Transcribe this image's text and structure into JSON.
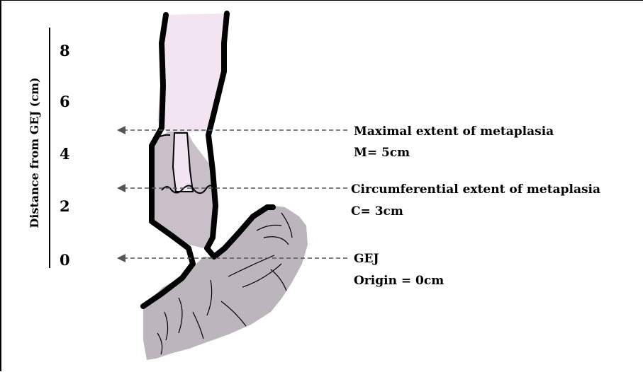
{
  "diagram": {
    "axis": {
      "title": "Distance from GEJ (cm)",
      "ticks": [
        "8",
        "6",
        "4",
        "2",
        "0"
      ]
    },
    "annotations": [
      {
        "line1": "Maximal extent of metaplasia",
        "line2": "M= 5cm"
      },
      {
        "line1": "Circumferential extent of metaplasia",
        "line2": "C= 3cm"
      },
      {
        "line1": "GEJ",
        "line2": "Origin = 0cm"
      }
    ],
    "colors": {
      "esophagus_fill": "#f2e4f0",
      "metaplasia_fill": "#c9bfc9",
      "stomach_fill": "#bdb5bd",
      "outline": "#000000",
      "arrow": "#555555"
    }
  }
}
